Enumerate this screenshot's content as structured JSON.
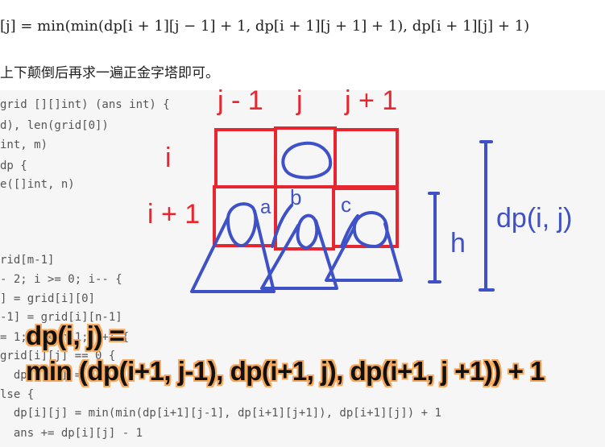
{
  "formula": "[j] = min(min(dp[i + 1][j − 1] + 1, dp[i + 1][j + 1] + 1), dp[i + 1][j] + 1)",
  "description": "上下颠倒后再求一遍正金字塔即可。",
  "code_lines": [
    "grid [][]int) (ans int) {",
    "d), len(grid[0])",
    "int, m)",
    "dp {",
    "e([]int, n)",
    "",
    "",
    "",
    "rid[m-1]",
    "- 2; i >= 0; i-- {",
    "] = grid[i][0]",
    "-1] = grid[i][n-1]",
    "= 1; j < n-1; j++ {",
    "grid[i][j] == 0 {",
    "  dp[i][j] = 0",
    "lse {",
    "  dp[i][j] = min(min(dp[i+1][j-1], dp[i+1][j+1]), dp[i+1][j]) + 1",
    "  ans += dp[i][j] - 1"
  ],
  "annotation": {
    "col_labels": [
      "j - 1",
      "j",
      "j + 1"
    ],
    "row_labels": [
      "i",
      "i + 1"
    ],
    "cell_labels": [
      "a",
      "b",
      "c"
    ],
    "height_label": "h",
    "dp_label": "dp(i, j)",
    "colors": {
      "red": "#e8262f",
      "blue": "#3f51c7"
    }
  },
  "recurrence": {
    "line1": "dp(i, j) =",
    "line2": "min (dp(i+1, j-1), dp(i+1, j), dp(i+1, j +1)) + 1"
  }
}
